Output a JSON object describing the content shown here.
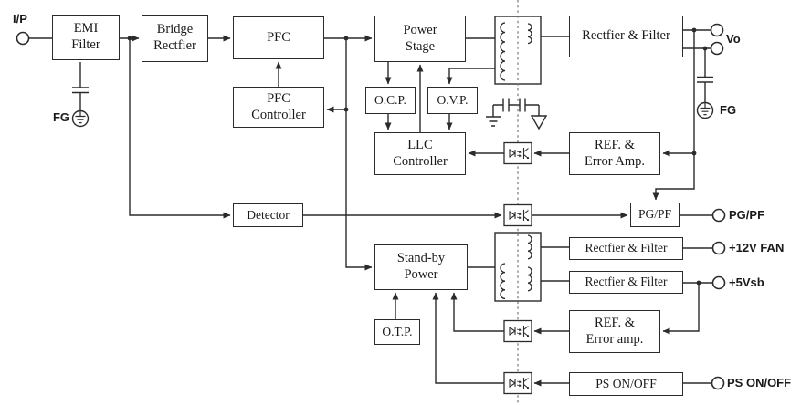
{
  "diagram_title": "Power supply block diagram",
  "colors": {
    "line": "#2b2b2b",
    "box_border": "#2b2b2b",
    "box_background": "#ffffff",
    "background": "#ffffff",
    "isolation_dashed_line": "#777777"
  },
  "blocks": {
    "emi_filter": {
      "label": "EMI\nFilter"
    },
    "bridge_rectifier": {
      "label": "Bridge\nRectfier"
    },
    "pfc": {
      "label": "PFC"
    },
    "pfc_controller": {
      "label": "PFC\nController"
    },
    "power_stage": {
      "label": "Power\nStage"
    },
    "ocp": {
      "label": "O.C.P."
    },
    "ovp": {
      "label": "O.V.P."
    },
    "llc_controller": {
      "label": "LLC\nController"
    },
    "rectifier_filter_main": {
      "label": "Rectfier & Filter"
    },
    "ref_error_amp": {
      "label": "REF. &\nError Amp."
    },
    "detector": {
      "label": "Detector"
    },
    "pg_pf": {
      "label": "PG/PF"
    },
    "standby_power": {
      "label": "Stand-by\nPower"
    },
    "rectifier_filter_fan": {
      "label": "Rectfier & Filter"
    },
    "rectifier_filter_5vsb": {
      "label": "Rectfier & Filter"
    },
    "ref_error_amp_standby": {
      "label": "REF. &\nError amp."
    },
    "otp": {
      "label": "O.T.P."
    },
    "ps_on_off": {
      "label": "PS ON/OFF"
    }
  },
  "terminals": {
    "input": {
      "label": "I/P"
    },
    "vo": {
      "label": "Vo"
    },
    "fg_left": {
      "label": "FG"
    },
    "fg_right": {
      "label": "FG"
    },
    "pg_pf": {
      "label": "PG/PF"
    },
    "fan_12v": {
      "label": "+12V FAN"
    },
    "v5_standby": {
      "label": "+5Vsb"
    },
    "ps_on_off": {
      "label": "PS ON/OFF"
    }
  },
  "icons": {
    "optocoupler": "optocoupler-icon",
    "transformer": "transformer-icon",
    "protective_earth": "fg-earth-icon",
    "chassis_ground": "earth-ground-icon",
    "signal_ground": "triangle-ground-icon",
    "capacitor": "capacitor-icon",
    "terminal": "terminal-circle"
  }
}
